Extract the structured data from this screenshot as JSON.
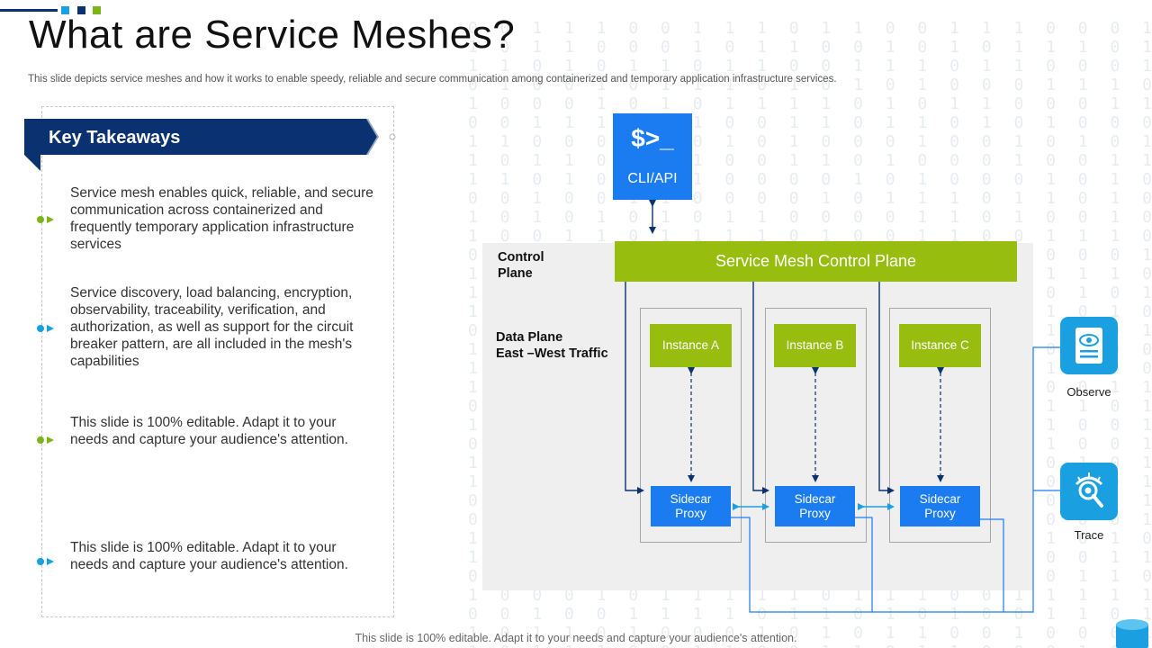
{
  "title": "What are Service Meshes?",
  "subtitle": "This slide depicts service meshes and how it works to enable speedy, reliable and secure communication among containerized and temporary application infrastructure services.",
  "takeaways": {
    "heading": "Key Takeaways",
    "items": [
      {
        "text": "Service mesh enables quick, reliable, and secure communication across containerized and frequently temporary application infrastructure services",
        "color": "#7cb518"
      },
      {
        "text": "Service discovery, load balancing, encryption, observability, traceability, verification, and authorization, as well as support for the circuit breaker pattern, are all included in the mesh's capabilities",
        "color": "#1aa0e0"
      },
      {
        "text": "This slide is 100% editable. Adapt it to your needs and capture your audience's attention.",
        "color": "#7cb518"
      },
      {
        "text": "This slide is 100% editable. Adapt it to your needs and capture your audience's attention.",
        "color": "#1aa0e0"
      }
    ]
  },
  "diagram": {
    "cli": {
      "prompt": "$>_",
      "label": "CLI/API"
    },
    "control_plane_label": "Control Plane",
    "control_plane_box": "Service Mesh Control Plane",
    "data_plane_label": "Data Plane",
    "traffic_label": "East –West Traffic",
    "instances": [
      "Instance A",
      "Instance B",
      "Instance C"
    ],
    "proxy_label": "Sidecar Proxy",
    "observe_label": "Observe",
    "trace_label": "Trace"
  },
  "footer": "This slide is 100% editable. Adapt it to your needs and capture your audience's attention.",
  "colors": {
    "navy": "#0a3170",
    "green": "#97bd0e",
    "blue": "#1a7cf0",
    "cyan": "#1aa0e0"
  }
}
